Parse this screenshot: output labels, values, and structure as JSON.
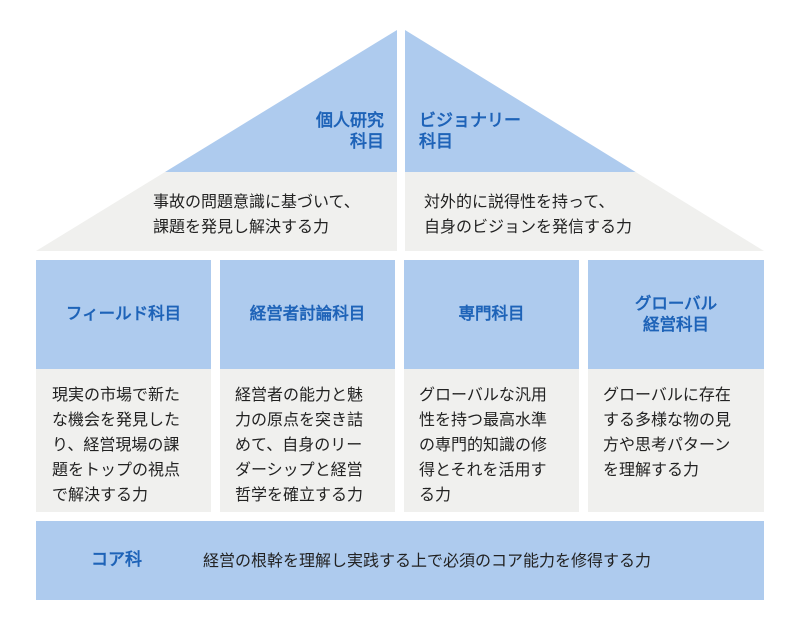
{
  "colors": {
    "blue_fill": "#aecbee",
    "grey_fill": "#f0f0ee",
    "title_text": "#1e63b8",
    "body_text": "#222222"
  },
  "roof": {
    "left": {
      "title": "個人研究\n科目",
      "description": "事故の問題意識に基づいて、\n課題を発見し解決する力"
    },
    "right": {
      "title": "ビジョナリー\n科目",
      "description": "対外的に説得性を持って、\n自身のビジョンを発信する力"
    }
  },
  "columns": [
    {
      "title": "フィールド科目",
      "description": "現実の市場で新た\nな機会を発見した\nり、経営現場の課\n題をトップの視点\nで解決する力"
    },
    {
      "title": "経営者討論科目",
      "description": "経営者の能力と魅\n力の原点を突き詰\nめて、自身のリー\nダーシップと経営\n哲学を確立する力"
    },
    {
      "title": "専門科目",
      "description": "グローバルな汎用\n性を持つ最高水準\nの専門的知識の修\n得とそれを活用す\nる力"
    },
    {
      "title": "グローバル\n経営科目",
      "description": "グローバルに存在\nする多様な物の見\n方や思考パターン\nを理解する力"
    }
  ],
  "core": {
    "title": "コア科",
    "description": "経営の根幹を理解し実践する上で必須のコア能力を修得する力"
  }
}
